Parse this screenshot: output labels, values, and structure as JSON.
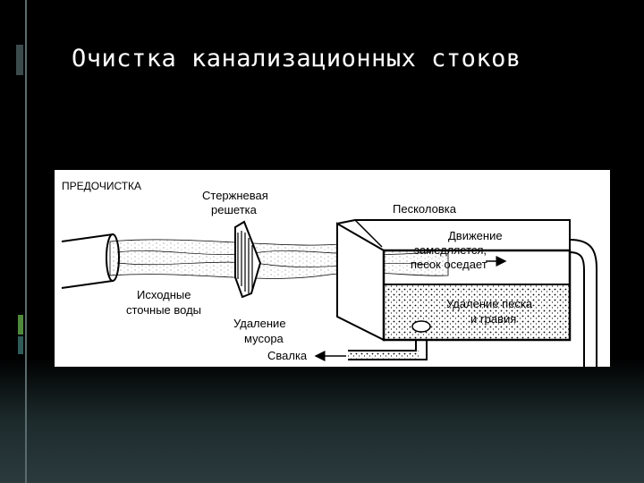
{
  "slide": {
    "title": "Очистка канализационных стоков"
  },
  "diagram": {
    "section_label": "ПРЕДОЧИСТКА",
    "labels": {
      "bar_screen_1": "Стержневая",
      "bar_screen_2": "решетка",
      "grit_chamber": "Песколовка",
      "flow_1": "Движение",
      "flow_2": "замедляется,",
      "flow_3": "песок оседает",
      "raw_1": "Исходные",
      "raw_2": "сточные воды",
      "debris_1": "Удаление",
      "debris_2": "мусора",
      "grit_removal_1": "Удаление песка",
      "grit_removal_2": "и гравия",
      "dump": "Свалка"
    }
  },
  "colors": {
    "background": "#000000",
    "accent_dark": "#1b2f2f",
    "accent_green": "#4f8a3c",
    "accent_teal": "#2e5b58"
  }
}
